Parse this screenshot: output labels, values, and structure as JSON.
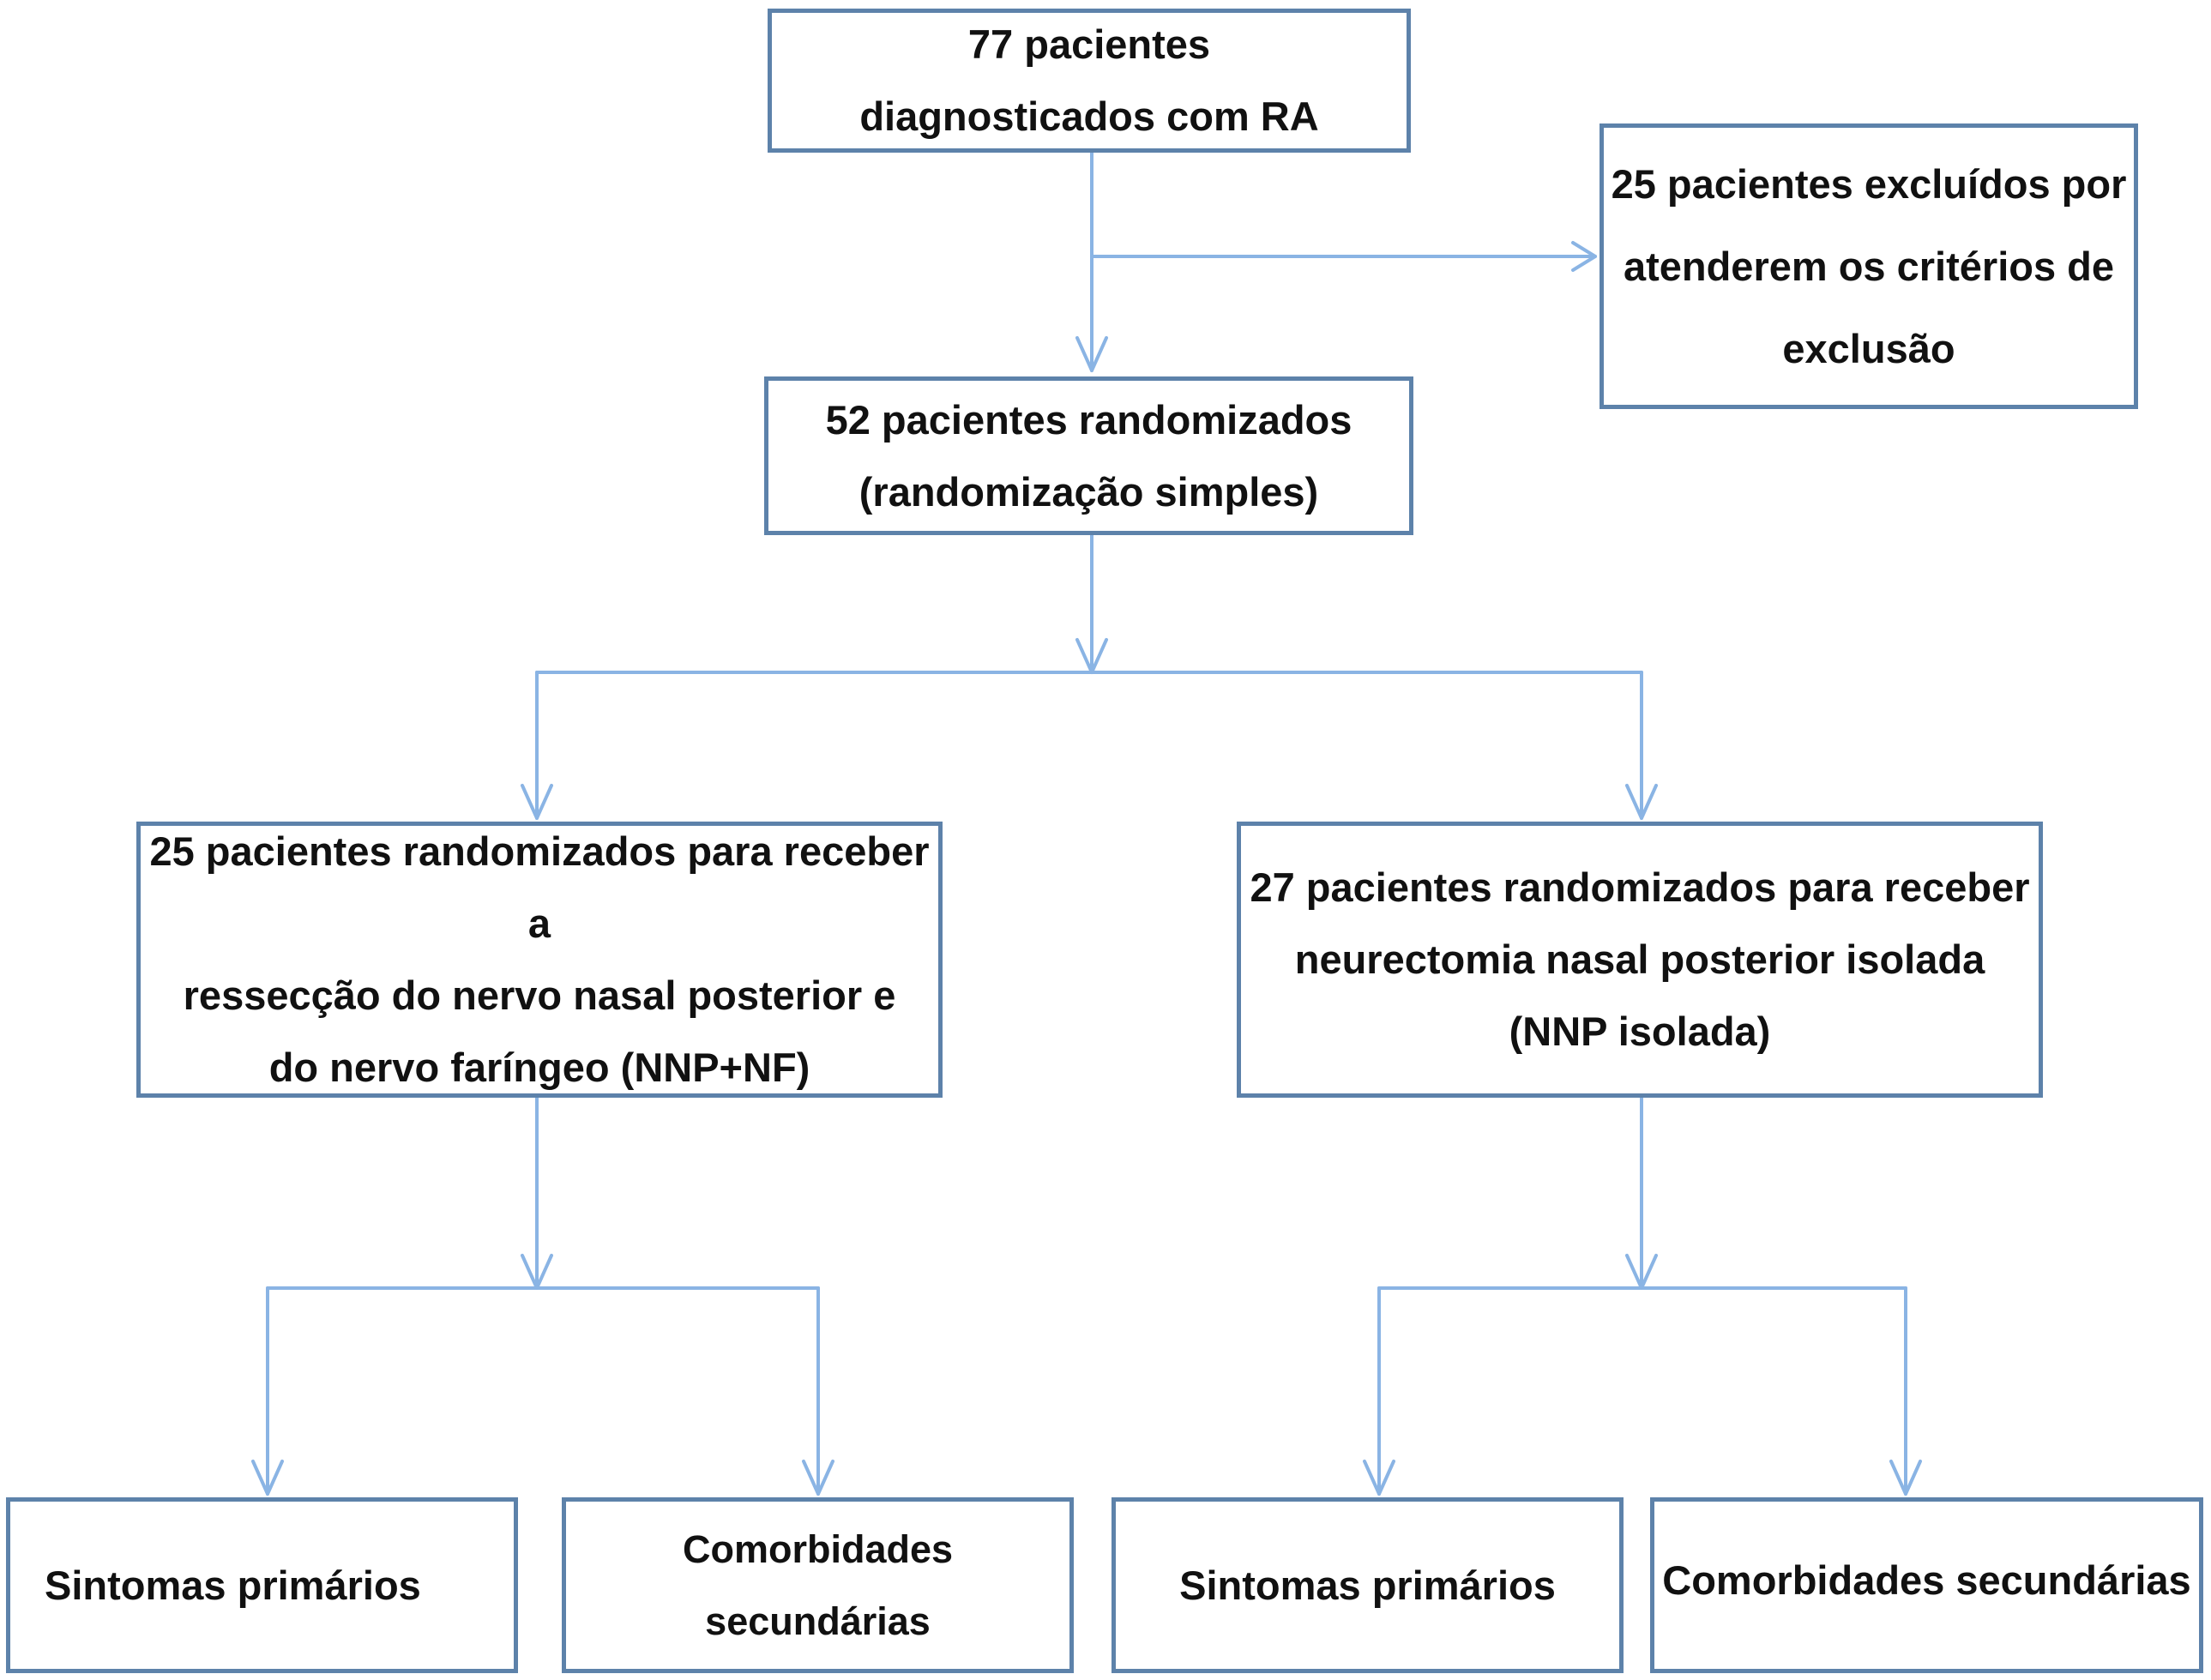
{
  "diagram": {
    "nodes": {
      "start": {
        "text": "77 pacientes\ndiagnosticados com RA"
      },
      "excluded": {
        "text": "25 pacientes excluídos por\natenderem os critérios de\nexclusão"
      },
      "randomized": {
        "text": "52 pacientes randomizados\n(randomização simples)"
      },
      "group_nnp_nf": {
        "text": "25 pacientes randomizados para receber a\nressecção do nervo nasal posterior e\ndo nervo faríngeo (NNP+NF)"
      },
      "group_nnp": {
        "text": "27 pacientes randomizados para receber\nneurectomia nasal posterior isolada\n(NNP isolada)"
      },
      "outcome_primary_1": {
        "text": "Sintomas primários"
      },
      "outcome_secondary_1": {
        "text": "Comorbidades secundárias"
      },
      "outcome_primary_2": {
        "text": "Sintomas primários"
      },
      "outcome_secondary_2": {
        "text": "Comorbidades secundárias"
      }
    },
    "edges": [
      {
        "from": "start",
        "to": "randomized"
      },
      {
        "from": "start",
        "to": "excluded"
      },
      {
        "from": "randomized",
        "to": "group_nnp_nf"
      },
      {
        "from": "randomized",
        "to": "group_nnp"
      },
      {
        "from": "group_nnp_nf",
        "to": "outcome_primary_1"
      },
      {
        "from": "group_nnp_nf",
        "to": "outcome_secondary_1"
      },
      {
        "from": "group_nnp",
        "to": "outcome_primary_2"
      },
      {
        "from": "group_nnp",
        "to": "outcome_secondary_2"
      }
    ],
    "colors": {
      "box_border": "#5d82aa",
      "connector": "#8ab4e4",
      "text": "#111111"
    }
  }
}
